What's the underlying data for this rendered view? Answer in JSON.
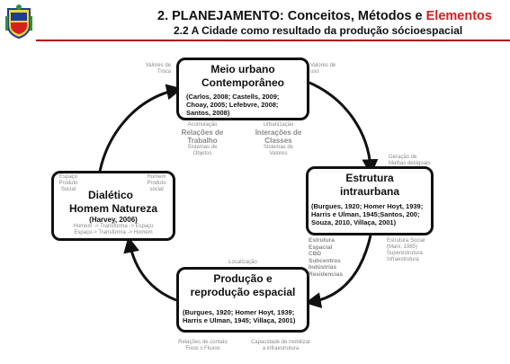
{
  "header": {
    "title_main": "2. PLANEJAMENTO: Conceitos, Métodos e",
    "title_accent": "Elementos",
    "subtitle": "2.2 A Cidade como resultado da produção sócioespacial"
  },
  "boxes": {
    "top": {
      "title1": "Meio urbano",
      "title2": "Contemporâneo",
      "refs": [
        "(Carlos, 2008; Castells, 2009;",
        "Choay, 2005; Lefebvre, 2008;",
        "Santos, 2008)"
      ]
    },
    "right": {
      "title1": "Estrutura",
      "title2": "intraurbana",
      "refs": [
        "(Burgues, 1920; Homer Hoyt, 1939;",
        "Harris e Ulman, 1945;Santos, 200;",
        "Souza, 2010, Villaça, 2001)"
      ]
    },
    "bottom": {
      "title1": "Produção e",
      "title2": "reprodução espacial",
      "refs": [
        "(Burgues, 1920; Homer Hoyt, 1939;",
        "Harris e Ulman, 1945; Villaça, 2001)"
      ]
    },
    "left": {
      "title1": "Dialético",
      "title2": "Homem Natureza",
      "ref": "(Harvey, 2006)",
      "flow1": "Homem -> Transforma -> Espaço",
      "flow2": "Espaço-> Transforma -> Homem"
    }
  },
  "notes": {
    "valores_troca": [
      "Valores de",
      "Troca"
    ],
    "valores_uso": [
      "Valores de",
      "uso"
    ],
    "espaco_produto": [
      "Espaço",
      "Produto",
      "Social"
    ],
    "homem_produto": [
      "Homem",
      "Produto",
      "social"
    ],
    "geracao": [
      "Geração de",
      "Malhas desiguais"
    ],
    "estrutura_social": [
      "Estrutura Social",
      "(Marx, 1985)",
      "Superestrutura",
      "Infraestrutura"
    ],
    "estrutura_espacial": [
      "Estrutura",
      "Espacial",
      "CBD",
      "Subcentros",
      "Indústrias",
      "Residencias"
    ],
    "localizacao": "Localização",
    "relacoes_contato": [
      "Relações de contato",
      "Fixos x Fluxos"
    ],
    "capacidade": [
      "Capacidade de mobilizar",
      "a infraestrutura"
    ]
  },
  "middle": {
    "left": {
      "small_top": "Acumulação",
      "bold": [
        "Relações de",
        "Trabalho"
      ],
      "small": [
        "Sistemas de",
        "Objetos"
      ]
    },
    "right": {
      "small_top": "Urbanização",
      "bold": [
        "Interações de",
        "Classes"
      ],
      "small": [
        "Sistemas de",
        "Valores"
      ]
    }
  }
}
